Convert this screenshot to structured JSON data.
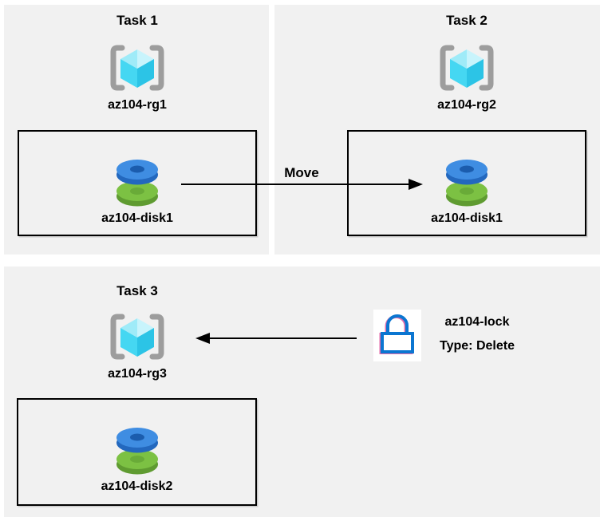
{
  "diagram": {
    "tasks": [
      {
        "title": "Task 1",
        "rg": "az104-rg1",
        "disk": "az104-disk1"
      },
      {
        "title": "Task 2",
        "rg": "az104-rg2",
        "disk": "az104-disk1"
      },
      {
        "title": "Task 3",
        "rg": "az104-rg3",
        "disk": "az104-disk2"
      }
    ],
    "move_label": "Move",
    "lock": {
      "name": "az104-lock",
      "type": "Type: Delete"
    }
  },
  "colors": {
    "page_bg": "#ffffff",
    "panel_bg": "#f1f1f1",
    "text": "#000000",
    "arrow": "#000000",
    "box_border": "#000000",
    "rg_bracket": "#9d9d9d",
    "rg_cube_top_left": "#9febf8",
    "rg_cube_top_right": "#c8f4fc",
    "rg_cube_left": "#45d7f2",
    "rg_cube_right": "#2cc4e6",
    "disk_blue_top": "#3f8de2",
    "disk_blue_side": "#2368be",
    "disk_blue_hole": "#1b5cad",
    "disk_green_top": "#7cc143",
    "disk_green_side": "#5f9b31",
    "disk_green_hole": "#69ab38",
    "lock_blue": "#0b76d1",
    "lock_pink": "#e0569e",
    "lock_bg": "#ffffff"
  }
}
